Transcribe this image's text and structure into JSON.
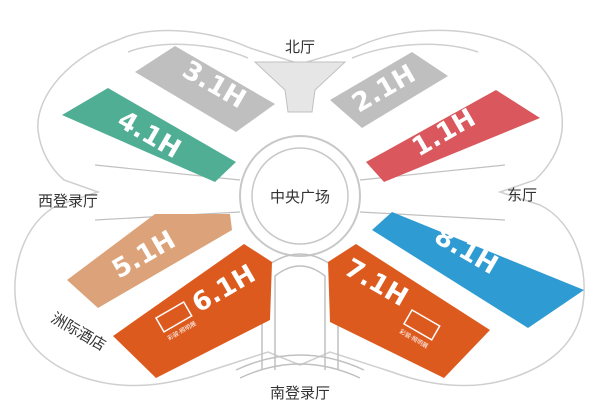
{
  "colors": {
    "grey": "#bfbfbf",
    "green": "#4fae94",
    "red": "#d9575d",
    "blue": "#2f9bd3",
    "tan": "#dca27a",
    "orange": "#dd5a1f",
    "outline": "#c8c8c8",
    "text": "#333333"
  },
  "halls": {
    "h31": "3.1H",
    "h41": "4.1H",
    "h21": "2.1H",
    "h11": "1.1H",
    "h51": "5.1H",
    "h61": "6.1H",
    "h71": "7.1H",
    "h81": "8.1H"
  },
  "areas": {
    "north": "北厅",
    "east": "东厅",
    "west": "西登录厅",
    "south": "南登录厅",
    "center": "中央广场",
    "hotel": "洲际酒店"
  },
  "brand": {
    "text": "彩骏·照明展",
    "icon": "exhibitor-logo-icon"
  }
}
